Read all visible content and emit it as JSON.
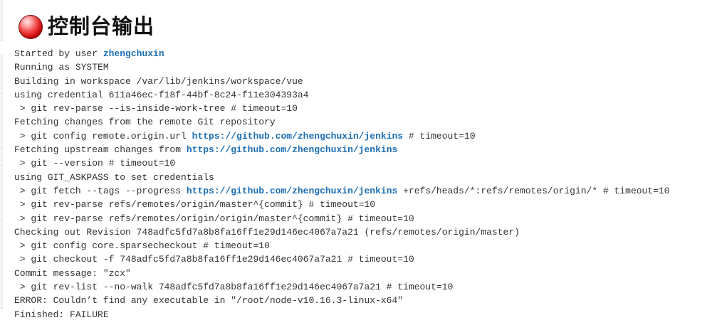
{
  "header": {
    "title": "控制台输出",
    "status_icon": "red-ball-icon",
    "status": "FAILURE"
  },
  "colors": {
    "link_blue": "#1d6fb5",
    "console_text": "#333333",
    "ball_red": "#ea1e1e",
    "ball_rim": "#7c0b0b"
  },
  "console": {
    "lines": [
      {
        "segments": [
          {
            "text": "Started by user "
          },
          {
            "text": "zhengchuxin",
            "link": true
          }
        ]
      },
      {
        "segments": [
          {
            "text": "Running as SYSTEM"
          }
        ]
      },
      {
        "segments": [
          {
            "text": "Building in workspace /var/lib/jenkins/workspace/vue"
          }
        ]
      },
      {
        "segments": [
          {
            "text": "using credential 611a46ec-f18f-44bf-8c24-f11e304393a4"
          }
        ]
      },
      {
        "segments": [
          {
            "text": " > git rev-parse --is-inside-work-tree # timeout=10"
          }
        ]
      },
      {
        "segments": [
          {
            "text": "Fetching changes from the remote Git repository"
          }
        ]
      },
      {
        "segments": [
          {
            "text": " > git config remote.origin.url "
          },
          {
            "text": "https://github.com/zhengchuxin/jenkins",
            "link": true
          },
          {
            "text": " # timeout=10"
          }
        ]
      },
      {
        "segments": [
          {
            "text": "Fetching upstream changes from "
          },
          {
            "text": "https://github.com/zhengchuxin/jenkins",
            "link": true
          }
        ]
      },
      {
        "segments": [
          {
            "text": " > git --version # timeout=10"
          }
        ]
      },
      {
        "segments": [
          {
            "text": "using GIT_ASKPASS to set credentials"
          }
        ]
      },
      {
        "segments": [
          {
            "text": " > git fetch --tags --progress "
          },
          {
            "text": "https://github.com/zhengchuxin/jenkins",
            "link": true
          },
          {
            "text": " +refs/heads/*:refs/remotes/origin/* # timeout=10"
          }
        ]
      },
      {
        "segments": [
          {
            "text": " > git rev-parse refs/remotes/origin/master^{commit} # timeout=10"
          }
        ]
      },
      {
        "segments": [
          {
            "text": " > git rev-parse refs/remotes/origin/origin/master^{commit} # timeout=10"
          }
        ]
      },
      {
        "segments": [
          {
            "text": "Checking out Revision 748adfc5fd7a8b8fa16ff1e29d146ec4067a7a21 (refs/remotes/origin/master)"
          }
        ]
      },
      {
        "segments": [
          {
            "text": " > git config core.sparsecheckout # timeout=10"
          }
        ]
      },
      {
        "segments": [
          {
            "text": " > git checkout -f 748adfc5fd7a8b8fa16ff1e29d146ec4067a7a21 # timeout=10"
          }
        ]
      },
      {
        "segments": [
          {
            "text": "Commit message: \"zcx\""
          }
        ]
      },
      {
        "segments": [
          {
            "text": " > git rev-list --no-walk 748adfc5fd7a8b8fa16ff1e29d146ec4067a7a21 # timeout=10"
          }
        ]
      },
      {
        "segments": [
          {
            "text": "ERROR: Couldn’t find any executable in \"/root/node-v10.16.3-linux-x64\""
          }
        ]
      },
      {
        "segments": [
          {
            "text": "Finished: FAILURE"
          }
        ]
      }
    ]
  },
  "edge_decoration": {
    "separator_y": [
      57,
      108,
      131,
      207,
      232,
      310,
      433
    ],
    "white_gaps": [
      [
        58,
        17
      ]
    ]
  }
}
